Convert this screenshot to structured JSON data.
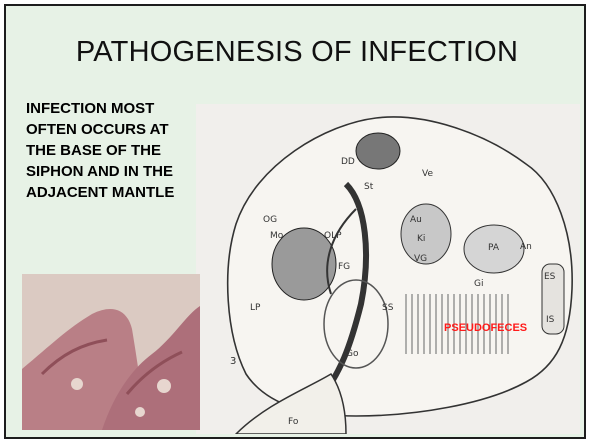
{
  "slide": {
    "title": "PATHOGENESIS OF INFECTION",
    "body_lines": [
      "INFECTION MOST",
      "OFTEN OCCURS AT",
      "THE BASE OF THE",
      "SIPHON AND IN THE",
      "ADJACENT MANTLE"
    ],
    "diagram_annotation": "PSEUDOFECES",
    "diagram_number": "3",
    "diagram_labels": [
      "DD",
      "St",
      "Ve",
      "OG",
      "Mo",
      "OLP",
      "Au",
      "Ki",
      "VG",
      "PA",
      "An",
      "ES",
      "IS",
      "Gi",
      "SS",
      "FG",
      "Go",
      "LP",
      "Fo"
    ],
    "colors": {
      "background": "#e7f2e6",
      "annotation": "#ff1a1a",
      "text": "#000000"
    }
  }
}
